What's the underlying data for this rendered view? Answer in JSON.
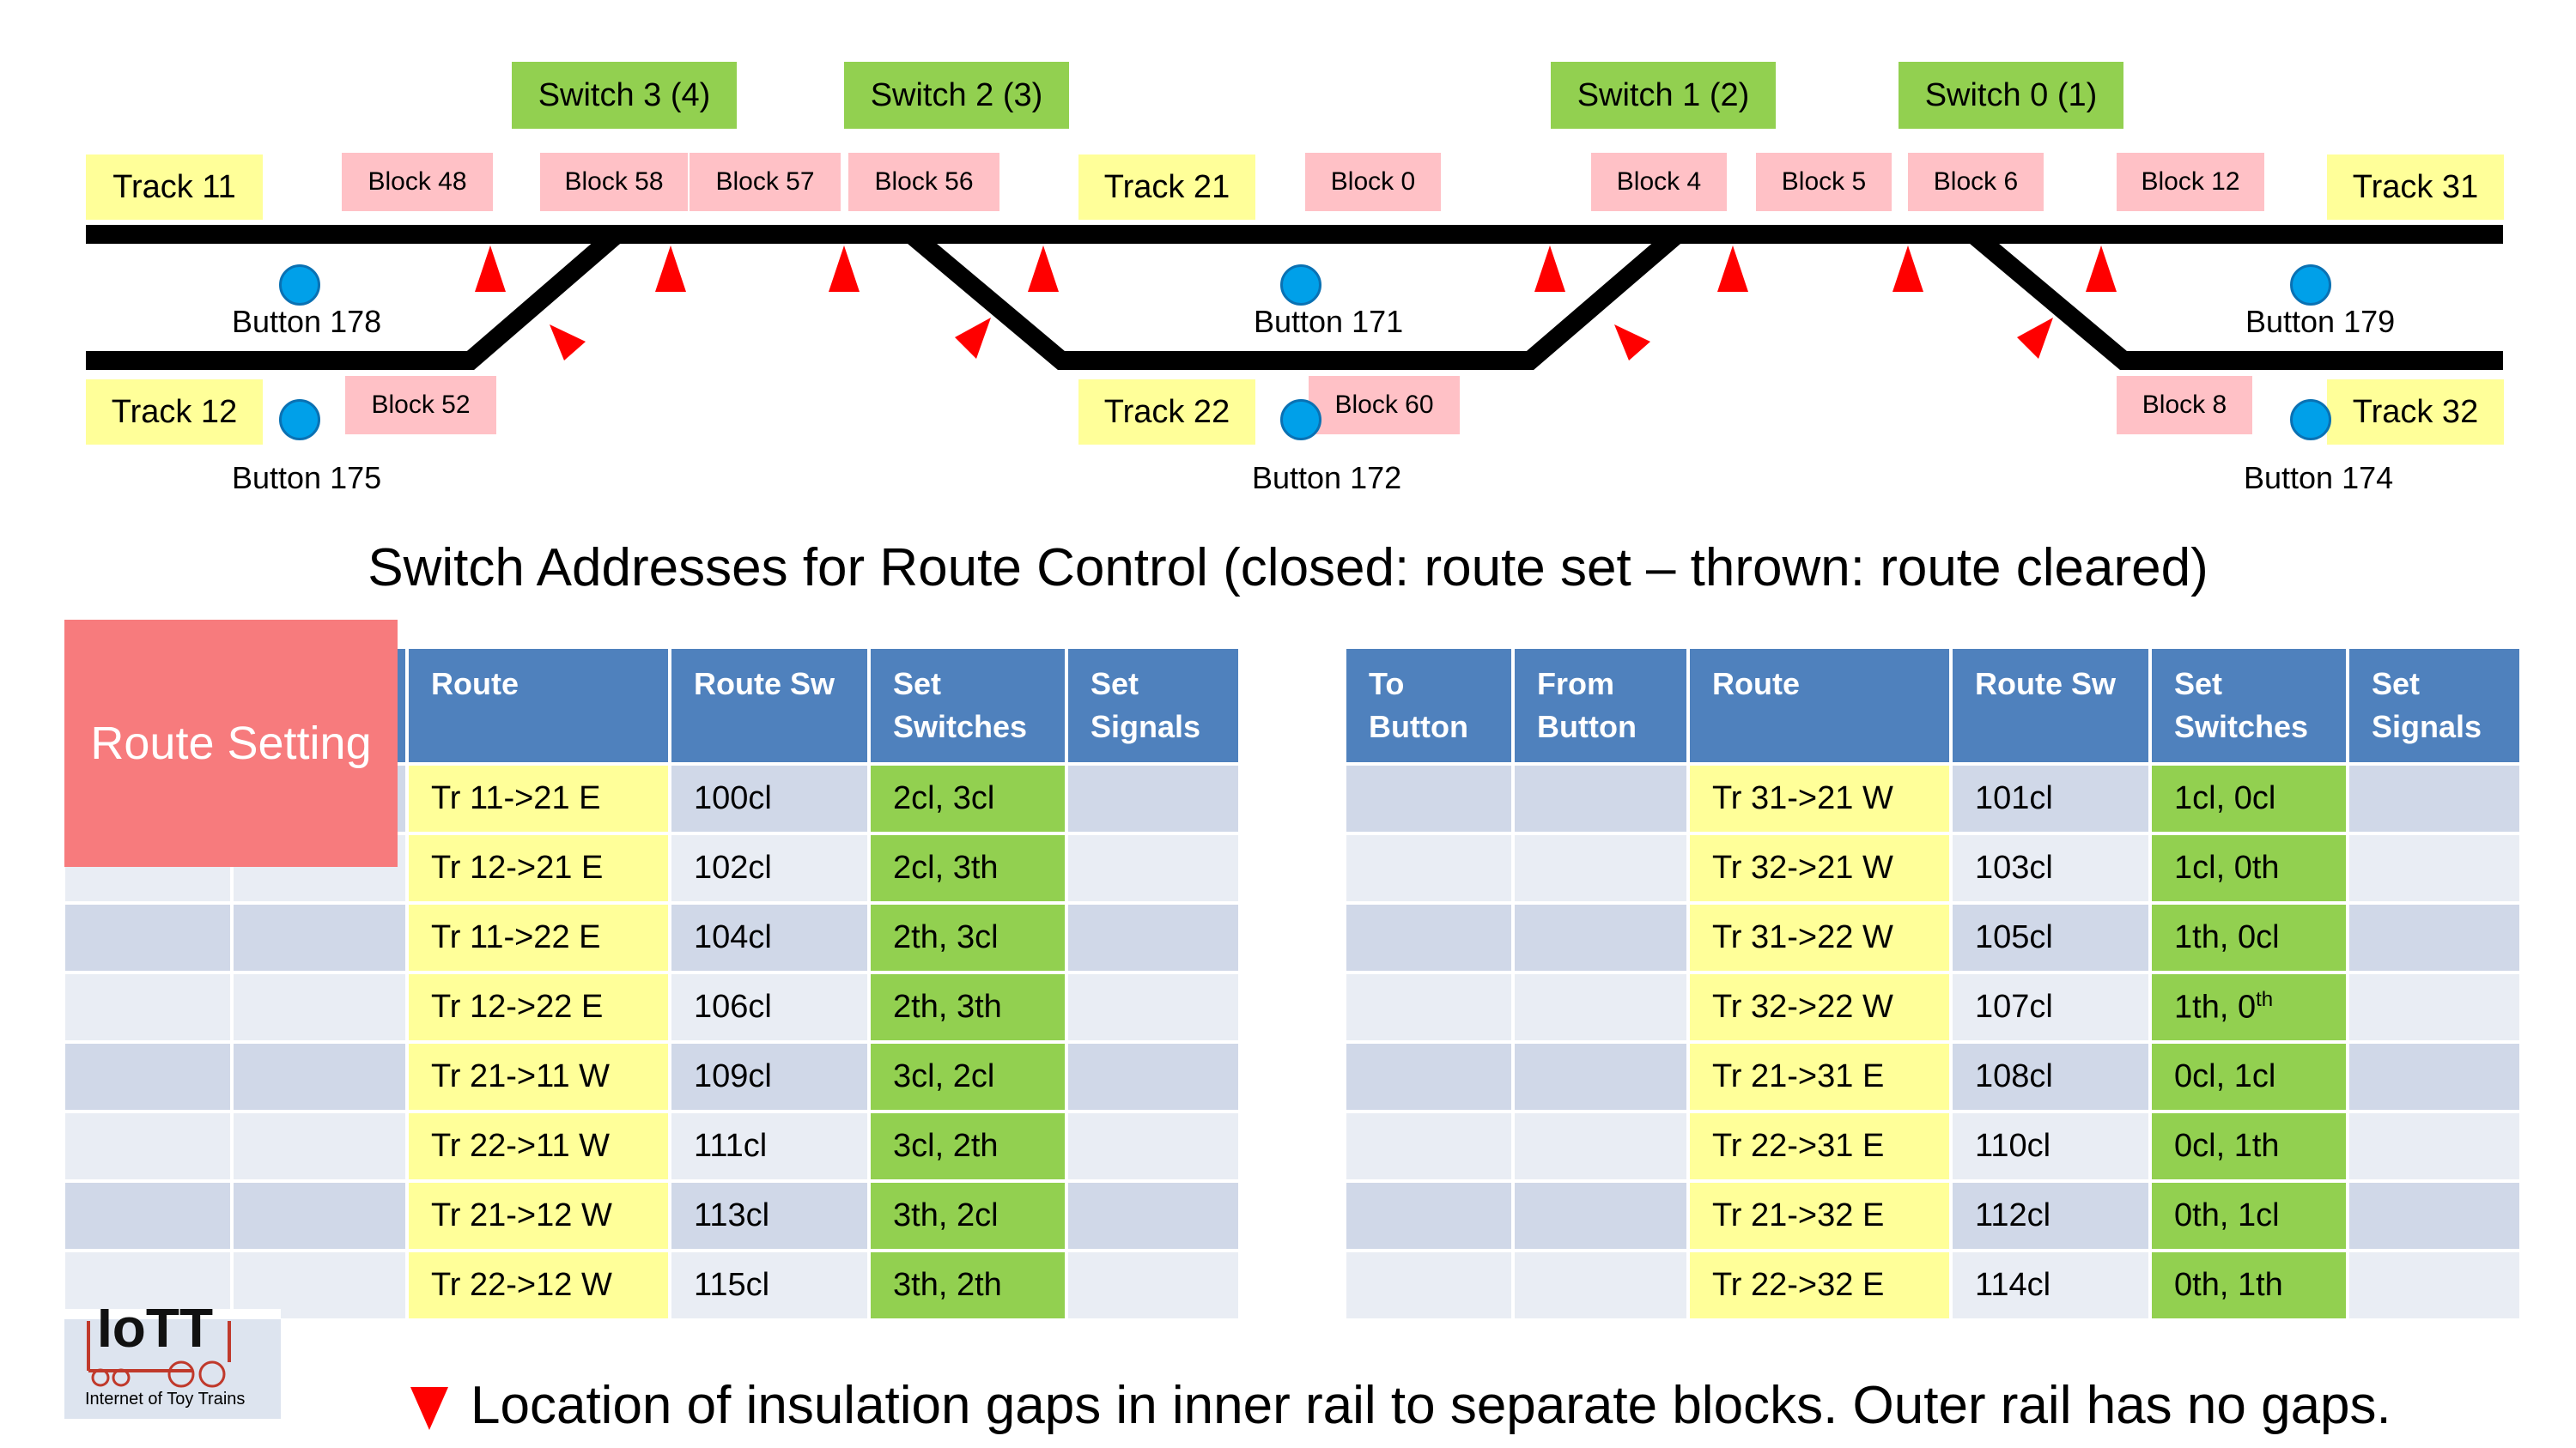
{
  "colors": {
    "track": "#000000",
    "gap": "#ff0000",
    "button": "#00a0e9",
    "header": "#4f81bd",
    "route_cell": "#ffff99",
    "switch_cell": "#92d050",
    "block": "#ffc1c6",
    "overlay": "#f77b7d"
  },
  "layout": {
    "switches": [
      "Switch 3 (4)",
      "Switch 2 (3)",
      "Switch 1 (2)",
      "Switch 0 (1)"
    ],
    "tracks": {
      "t11": "Track 11",
      "t12": "Track 12",
      "t21": "Track 21",
      "t22": "Track 22",
      "t31": "Track 31",
      "t32": "Track 32"
    },
    "blocks": {
      "b48": "Block 48",
      "b58": "Block 58",
      "b57": "Block 57",
      "b56": "Block 56",
      "b0": "Block 0",
      "b4": "Block 4",
      "b5": "Block 5",
      "b6": "Block 6",
      "b12": "Block 12",
      "b52": "Block 52",
      "b60": "Block 60",
      "b8": "Block 8"
    },
    "buttons": {
      "b178": "Button 178",
      "b175": "Button 175",
      "b171": "Button 171",
      "b172": "Button 172",
      "b179": "Button 179",
      "b174": "Button 174"
    }
  },
  "title": "Switch Addresses for Route Control (closed: route set – thrown: route cleared)",
  "overlay_label": "Route Setting",
  "left_table": {
    "headers": {
      "route": "Route",
      "route_sw": "Route Sw",
      "set_switches": "Set Switches",
      "set_signals": "Set Signals"
    },
    "rows": [
      {
        "route": "Tr 11->21 E",
        "sw": "100cl",
        "set": "2cl, 3cl"
      },
      {
        "route": "Tr 12->21 E",
        "sw": "102cl",
        "set": "2cl, 3th"
      },
      {
        "route": "Tr 11->22 E",
        "sw": "104cl",
        "set": "2th, 3cl"
      },
      {
        "route": "Tr 12->22 E",
        "sw": "106cl",
        "set": "2th, 3th"
      },
      {
        "route": "Tr 21->11 W",
        "sw": "109cl",
        "set": "3cl, 2cl"
      },
      {
        "route": "Tr 22->11 W",
        "sw": "111cl",
        "set": "3cl, 2th"
      },
      {
        "route": "Tr 21->12 W",
        "sw": "113cl",
        "set": "3th, 2cl"
      },
      {
        "route": "Tr 22->12 W",
        "sw": "115cl",
        "set": "3th, 2th"
      }
    ]
  },
  "right_table": {
    "headers": {
      "to_button": "To Button",
      "from_button": "From Button",
      "route": "Route",
      "route_sw": "Route Sw",
      "set_switches": "Set Switches",
      "set_signals": "Set Signals"
    },
    "rows": [
      {
        "route": "Tr 31->21 W",
        "sw": "101cl",
        "set": "1cl, 0cl"
      },
      {
        "route": "Tr 32->21 W",
        "sw": "103cl",
        "set": "1cl, 0th"
      },
      {
        "route": "Tr 31->22 W",
        "sw": "105cl",
        "set": "1th, 0cl"
      },
      {
        "route": "Tr 32->22 W",
        "sw": "107cl",
        "set": "1th, 0",
        "set_sup": "th"
      },
      {
        "route": "Tr 21->31 E",
        "sw": "108cl",
        "set": "0cl, 1cl"
      },
      {
        "route": "Tr 22->31 E",
        "sw": "110cl",
        "set": "0cl, 1th"
      },
      {
        "route": "Tr 21->32 E",
        "sw": "112cl",
        "set": "0th, 1cl"
      },
      {
        "route": "Tr 22->32 E",
        "sw": "114cl",
        "set": "0th, 1th"
      }
    ]
  },
  "logo": {
    "text": "IoTT",
    "caption": "Internet of Toy Trains"
  },
  "legend": "Location of insulation gaps in inner rail to separate blocks. Outer rail has no gaps."
}
